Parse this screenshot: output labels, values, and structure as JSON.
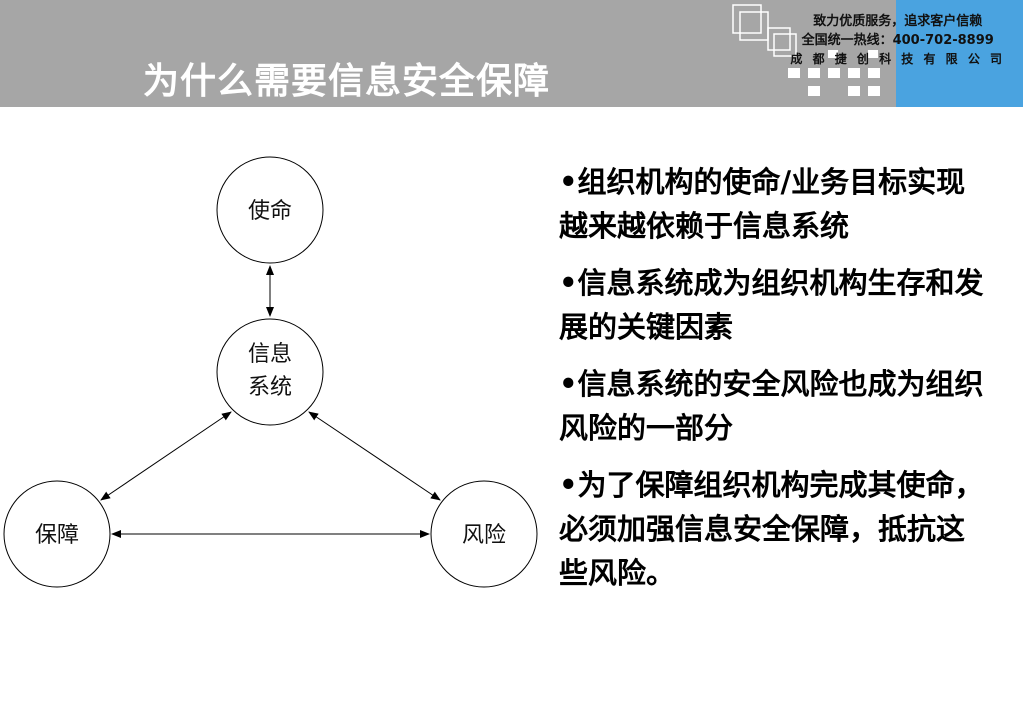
{
  "header": {
    "title": "为什么需要信息安全保障",
    "company": {
      "line1": "致力优质服务，追求客户信赖",
      "line2_prefix": "全国统一热线：",
      "hotline": "400-702-8899",
      "line3": "成 都 捷 创 科 技 有 限 公 司"
    }
  },
  "diagram": {
    "nodes": {
      "mission": "使命",
      "info_system_line1": "信息",
      "info_system_line2": "系统",
      "assurance": "保障",
      "risk": "风险"
    }
  },
  "bullets": [
    "•组织机构的使命/业务目标实现越来越依赖于信息系统",
    "•信息系统成为组织机构生存和发展的关键因素",
    "•信息系统的安全风险也成为组织风险的一部分",
    "•为了保障组织机构完成其使命，必须加强信息安全保障，抵抗这些风险。"
  ],
  "colors": {
    "header_bg": "#a6a6a6",
    "accent_blue": "#4aa3e0",
    "title_text": "#ffffff"
  }
}
